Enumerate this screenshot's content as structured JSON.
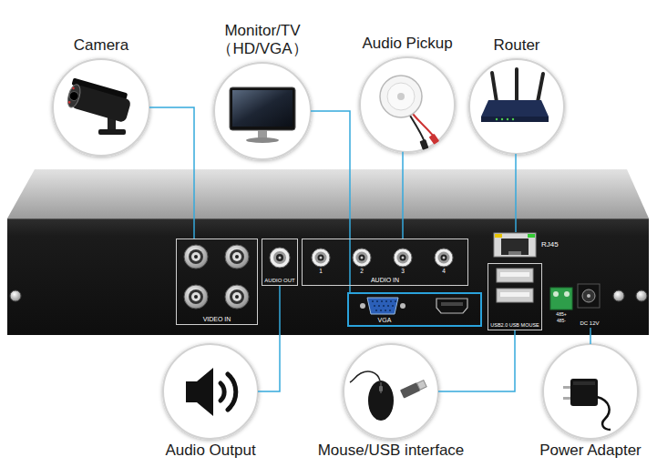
{
  "diagram": {
    "nodes": [
      {
        "text": [
          "Camera"
        ]
      },
      {
        "text": [
          "Monitor/TV （HD/VGA）"
        ]
      },
      {
        "text": [
          "Audio Pickup"
        ]
      },
      {
        "text": [
          "Router"
        ]
      },
      {
        "text": [
          "VIDEO IN"
        ]
      },
      {
        "text": [
          "AUDIO OUT"
        ]
      },
      {
        "text": [
          "AUDIO IN"
        ]
      },
      {
        "text": [
          "VGA"
        ]
      },
      {
        "text": [
          "RJ45"
        ]
      },
      {
        "text": [
          "USB2.0 USB MOUSE"
        ]
      },
      {
        "text": [
          "DC 12V"
        ]
      },
      {
        "text": [
          "Audio Output"
        ]
      },
      {
        "text": [
          "Mouse/USB interface"
        ]
      },
      {
        "text": [
          "Power Adapter"
        ]
      }
    ],
    "edges": [
      {
        "from": 0,
        "to": 4,
        "arrow": "none"
      },
      {
        "from": 1,
        "to": 7,
        "arrow": "none"
      },
      {
        "from": 2,
        "to": 6,
        "arrow": "none"
      },
      {
        "from": 3,
        "to": 8,
        "arrow": "none"
      },
      {
        "from": 11,
        "to": 5,
        "arrow": "none"
      },
      {
        "from": 12,
        "to": 9,
        "arrow": "none"
      },
      {
        "from": 13,
        "to": 10,
        "arrow": "none"
      }
    ],
    "labels": [
      "1",
      "2",
      "3",
      "4",
      "485+",
      "485-"
    ]
  }
}
